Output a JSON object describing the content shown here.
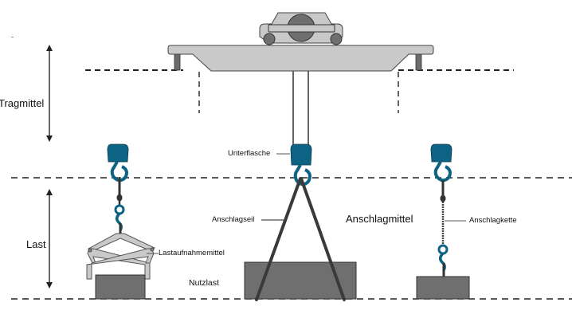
{
  "diagram": {
    "title": "Crane lifting equipment zones",
    "zones": [
      {
        "id": "tragmittel",
        "label": "Tragmittel"
      },
      {
        "id": "last",
        "label": "Last"
      }
    ],
    "labels": {
      "tragmittel": "Tragmittel",
      "last": "Last",
      "unterflasche": "Unterflasche",
      "anschlagseil": "Anschlagseil",
      "anschlagmittel": "Anschlagmittel",
      "anschlagkette": "Anschlagkette",
      "lastaufnahmemittel": "Lastaufnahmemittel",
      "nutzlast": "Nutzlast"
    },
    "colors": {
      "hook_teal": "#0d6383",
      "load_gray": "#6f6f6f",
      "crane_gray": "#c8c8c8",
      "dark_gray": "#555555",
      "line_black": "#222222"
    },
    "components": [
      "crane-trolley",
      "crane-girder",
      "bottom-block-left",
      "bottom-block-center",
      "bottom-block-right",
      "tongs",
      "wire-rope-sling",
      "chain-sling",
      "payload-left",
      "payload-center",
      "payload-right"
    ]
  }
}
